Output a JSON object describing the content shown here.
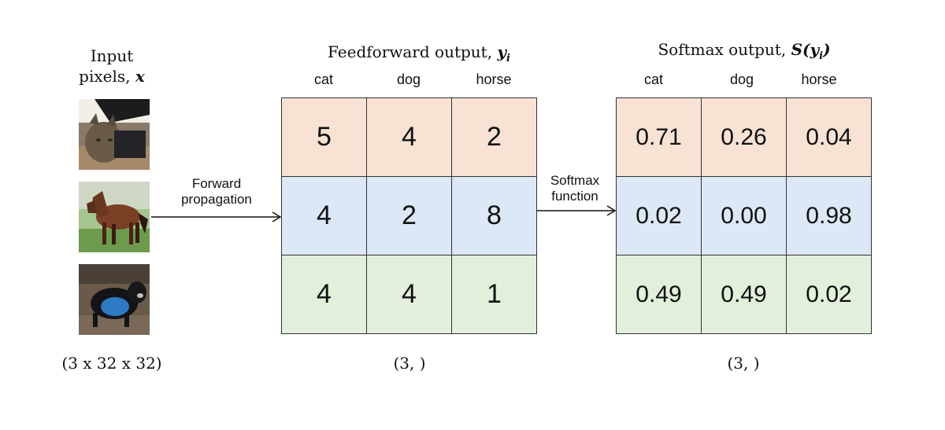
{
  "input": {
    "title_line1": "Input",
    "title_line2": "pixels,",
    "var": "x",
    "images": [
      "cat-image",
      "horse-image",
      "dog-image"
    ],
    "dims": "(3 x 32 x 32)"
  },
  "arrow1": {
    "line1": "Forward",
    "line2": "propagation"
  },
  "feedforward": {
    "title": "Feedforward output,",
    "var": "y",
    "sub": "i",
    "columns": [
      "cat",
      "dog",
      "horse"
    ],
    "rows": [
      [
        "5",
        "4",
        "2"
      ],
      [
        "4",
        "2",
        "8"
      ],
      [
        "4",
        "4",
        "1"
      ]
    ],
    "dims": "(3, )"
  },
  "arrow2": {
    "line1": "Softmax",
    "line2": "function"
  },
  "softmax": {
    "title": "Softmax output,",
    "var": "S(y",
    "sub": "i",
    "var_close": ")",
    "columns": [
      "cat",
      "dog",
      "horse"
    ],
    "rows": [
      [
        "0.71",
        "0.26",
        "0.04"
      ],
      [
        "0.02",
        "0.00",
        "0.98"
      ],
      [
        "0.49",
        "0.49",
        "0.02"
      ]
    ],
    "dims": "(3, )"
  },
  "colors": {
    "row0": "#f8e2d4",
    "row1": "#dce8f5",
    "row2": "#e2efdb"
  }
}
